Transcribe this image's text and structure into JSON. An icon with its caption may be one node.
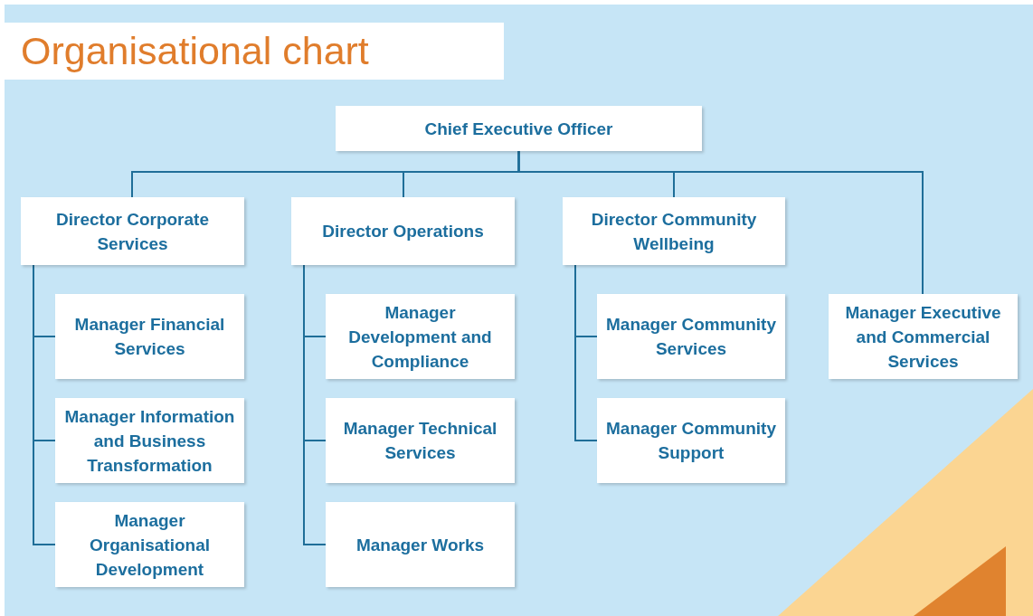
{
  "diagram": {
    "title": "Organisational chart",
    "nodes": [
      {
        "text": [
          "Chief Executive Officer"
        ]
      },
      {
        "text": [
          "Director Corporate Services"
        ]
      },
      {
        "text": [
          "Director Operations"
        ]
      },
      {
        "text": [
          "Director Community Wellbeing"
        ]
      },
      {
        "text": [
          "Manager Executive and Commercial Services"
        ]
      },
      {
        "text": [
          "Manager Financial Services"
        ]
      },
      {
        "text": [
          "Manager Information and Business Transformation"
        ]
      },
      {
        "text": [
          "Manager Organisational Development"
        ]
      },
      {
        "text": [
          "Manager Development and Compliance"
        ]
      },
      {
        "text": [
          "Manager Technical Services"
        ]
      },
      {
        "text": [
          "Manager Works"
        ]
      },
      {
        "text": [
          "Manager Community Services"
        ]
      },
      {
        "text": [
          "Manager Community Support"
        ]
      }
    ],
    "edges": [
      {
        "from": 0,
        "to": 1,
        "arrow": "none"
      },
      {
        "from": 0,
        "to": 2,
        "arrow": "none"
      },
      {
        "from": 0,
        "to": 3,
        "arrow": "none"
      },
      {
        "from": 0,
        "to": 4,
        "arrow": "none"
      },
      {
        "from": 1,
        "to": 5,
        "arrow": "none"
      },
      {
        "from": 1,
        "to": 6,
        "arrow": "none"
      },
      {
        "from": 1,
        "to": 7,
        "arrow": "none"
      },
      {
        "from": 2,
        "to": 8,
        "arrow": "none"
      },
      {
        "from": 2,
        "to": 9,
        "arrow": "none"
      },
      {
        "from": 2,
        "to": 10,
        "arrow": "none"
      },
      {
        "from": 3,
        "to": 11,
        "arrow": "none"
      },
      {
        "from": 3,
        "to": 12,
        "arrow": "none"
      }
    ]
  }
}
